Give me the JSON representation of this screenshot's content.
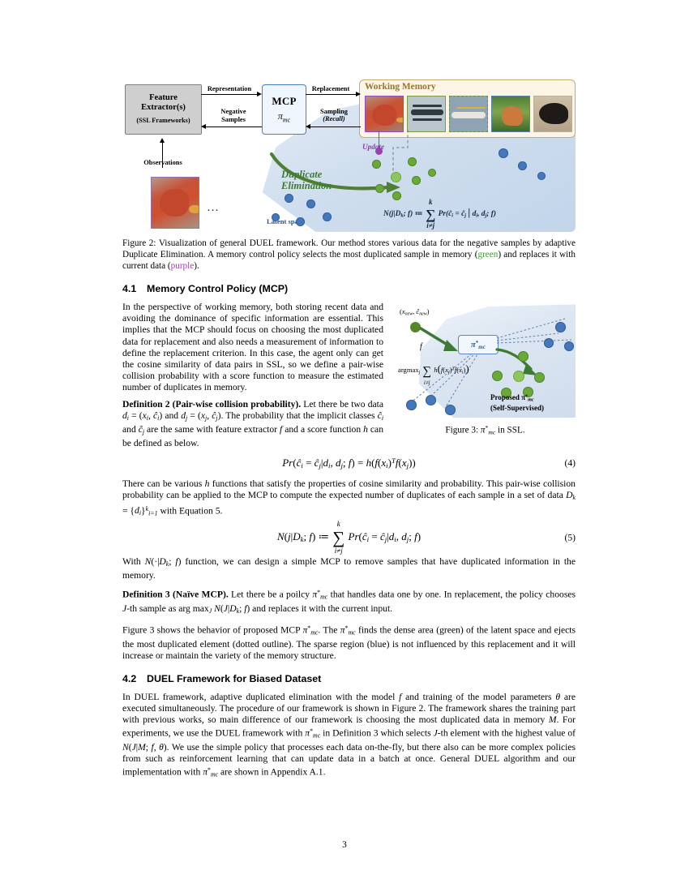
{
  "page": {
    "number": "3"
  },
  "figure2": {
    "boxes": {
      "feature_extractor_line1": "Feature",
      "feature_extractor_line2": "Extractor(s)",
      "feature_extractor_sub": "(SSL Frameworks)",
      "mcp_title": "MCP",
      "mcp_policy": "π",
      "mcp_policy_sub": "mc",
      "working_memory_title": "Working Memory"
    },
    "arrow_labels": {
      "representation": "Representation",
      "negative_samples": "Negative\nSamples",
      "replacement": "Replacement",
      "sampling": "Sampling",
      "sampling_italic": "(Recall)",
      "observations": "Observations"
    },
    "annotations": {
      "update": "Update",
      "duplicate_elimination_line1": "Duplicate",
      "duplicate_elimination_line2": "Elimination",
      "latent_space": "Latent space",
      "ellipsis": "…"
    },
    "equation": "N(j|D_k; f) := Σ_{i≠j}^{k} Pr(ĉ_i = ĉ_j | d_i, d_j; f)",
    "thumbnails": [
      "bird-thumbnail",
      "bomber-plane-thumbnail",
      "airliner-thumbnail",
      "deer-thumbnail",
      "cat-thumbnail"
    ],
    "colors": {
      "green": "#6aa83a",
      "blue": "#4477bb",
      "purple": "#9b3fb5",
      "latent_bg": "#cfdeee",
      "memory_bg": "#fdf6e6",
      "memory_border": "#c9a96a"
    }
  },
  "caption2": {
    "label": "Figure 2:",
    "part1": " Visualization of general DUEL framework. Our method stores various data for the negative samples by adaptive Duplicate Elimination. A memory control policy selects the most duplicated sample in memory (",
    "green_word": "green",
    "part2": ") and replaces it with current data (",
    "purple_word": "purple",
    "part3": ")."
  },
  "section41": {
    "number": "4.1",
    "title": "Memory Control Policy (MCP)",
    "paragraph1": "In the perspective of working memory, both storing recent data and avoiding the dominance of specific information are essential. This implies that the MCP should focus on choosing the most duplicated data for replacement and also needs a measurement of information to define the replacement criterion. In this case, the agent only can get the cosine similarity of data pairs in SSL, so we define a pair-wise collision probability with a score function to measure the estimated number of duplicates in memory."
  },
  "figure3": {
    "new_data_label": "(x_new, ĉ_new)",
    "f_label": "f",
    "policy_label": "π*_mc",
    "argmax_expr": "argmax_j Σ_{i≠j} h( f(x_j)^T f(x_i) )",
    "proposed_line1": "Proposed π*_mc",
    "proposed_line2": "(Self-Supervised)",
    "caption_label": "Figure 3:",
    "caption_text": " π*_mc in SSL."
  },
  "definition2": {
    "label": "Definition 2",
    "title": " (Pair-wise collision probability).",
    "text": " Let there be two data d_i = (x_i, ĉ_i) and d_j = (x_j, ĉ_j). The probability that the implicit classes ĉ_i and ĉ_j are the same with feature extractor f and a score function h can be defined as below."
  },
  "equation4": {
    "expr": "Pr(ĉ_i = ĉ_j | d_i, d_j; f) = h( f(x_i)^T f(x_j) )",
    "number": "(4)"
  },
  "paragraph_after_eq4": "There can be various h functions that satisfy the properties of cosine similarity and probability. This pair-wise collision probability can be applied to the MCP to compute the expected number of duplicates of each sample in a set of data D_k = {d_i}^k_{i=1} with Equation 5.",
  "equation5": {
    "expr": "N(j|D_k; f) := Σ^k_{i≠j} Pr(ĉ_i = ĉ_j | d_i, d_j; f)",
    "number": "(5)"
  },
  "paragraph_after_eq5": "With N(·|D_k; f) function, we can design a simple MCP to remove samples that have duplicated information in the memory.",
  "definition3": {
    "label": "Definition 3",
    "title": " (Naïve MCP).",
    "text": " Let there be a poilcy π*_mc that handles data one by one. In replacement, the policy chooses J-th sample as arg max_J N(J|D_k; f) and replaces it with the current input."
  },
  "paragraph_fig3": "Figure 3 shows the behavior of proposed MCP π*_mc. The π*_mc finds the dense area (green) of the latent space and ejects the most duplicated element (dotted outline). The sparse region (blue) is not influenced by this replacement and it will increase or maintain the variety of the memory structure.",
  "section42": {
    "number": "4.2",
    "title": "DUEL Framework for Biased Dataset",
    "paragraph1": "In DUEL framework, adaptive duplicated elimination with the model f and training of the model parameters θ are executed simultaneously. The procedure of our framework is shown in Figure 2. The framework shares the training part with previous works, so main difference of our framework is choosing the most duplicated data in memory M. For experiments, we use the DUEL framework with π*_mc in Definition 3 which selects J-th element with the highest value of N(J|M; f, θ). We use the simple policy that processes each data on-the-fly, but there also can be more complex policies from such as reinforcement learning that can update data in a batch at once. General DUEL algorithm and our implementation with π*_mc are shown in Appendix A.1."
  }
}
